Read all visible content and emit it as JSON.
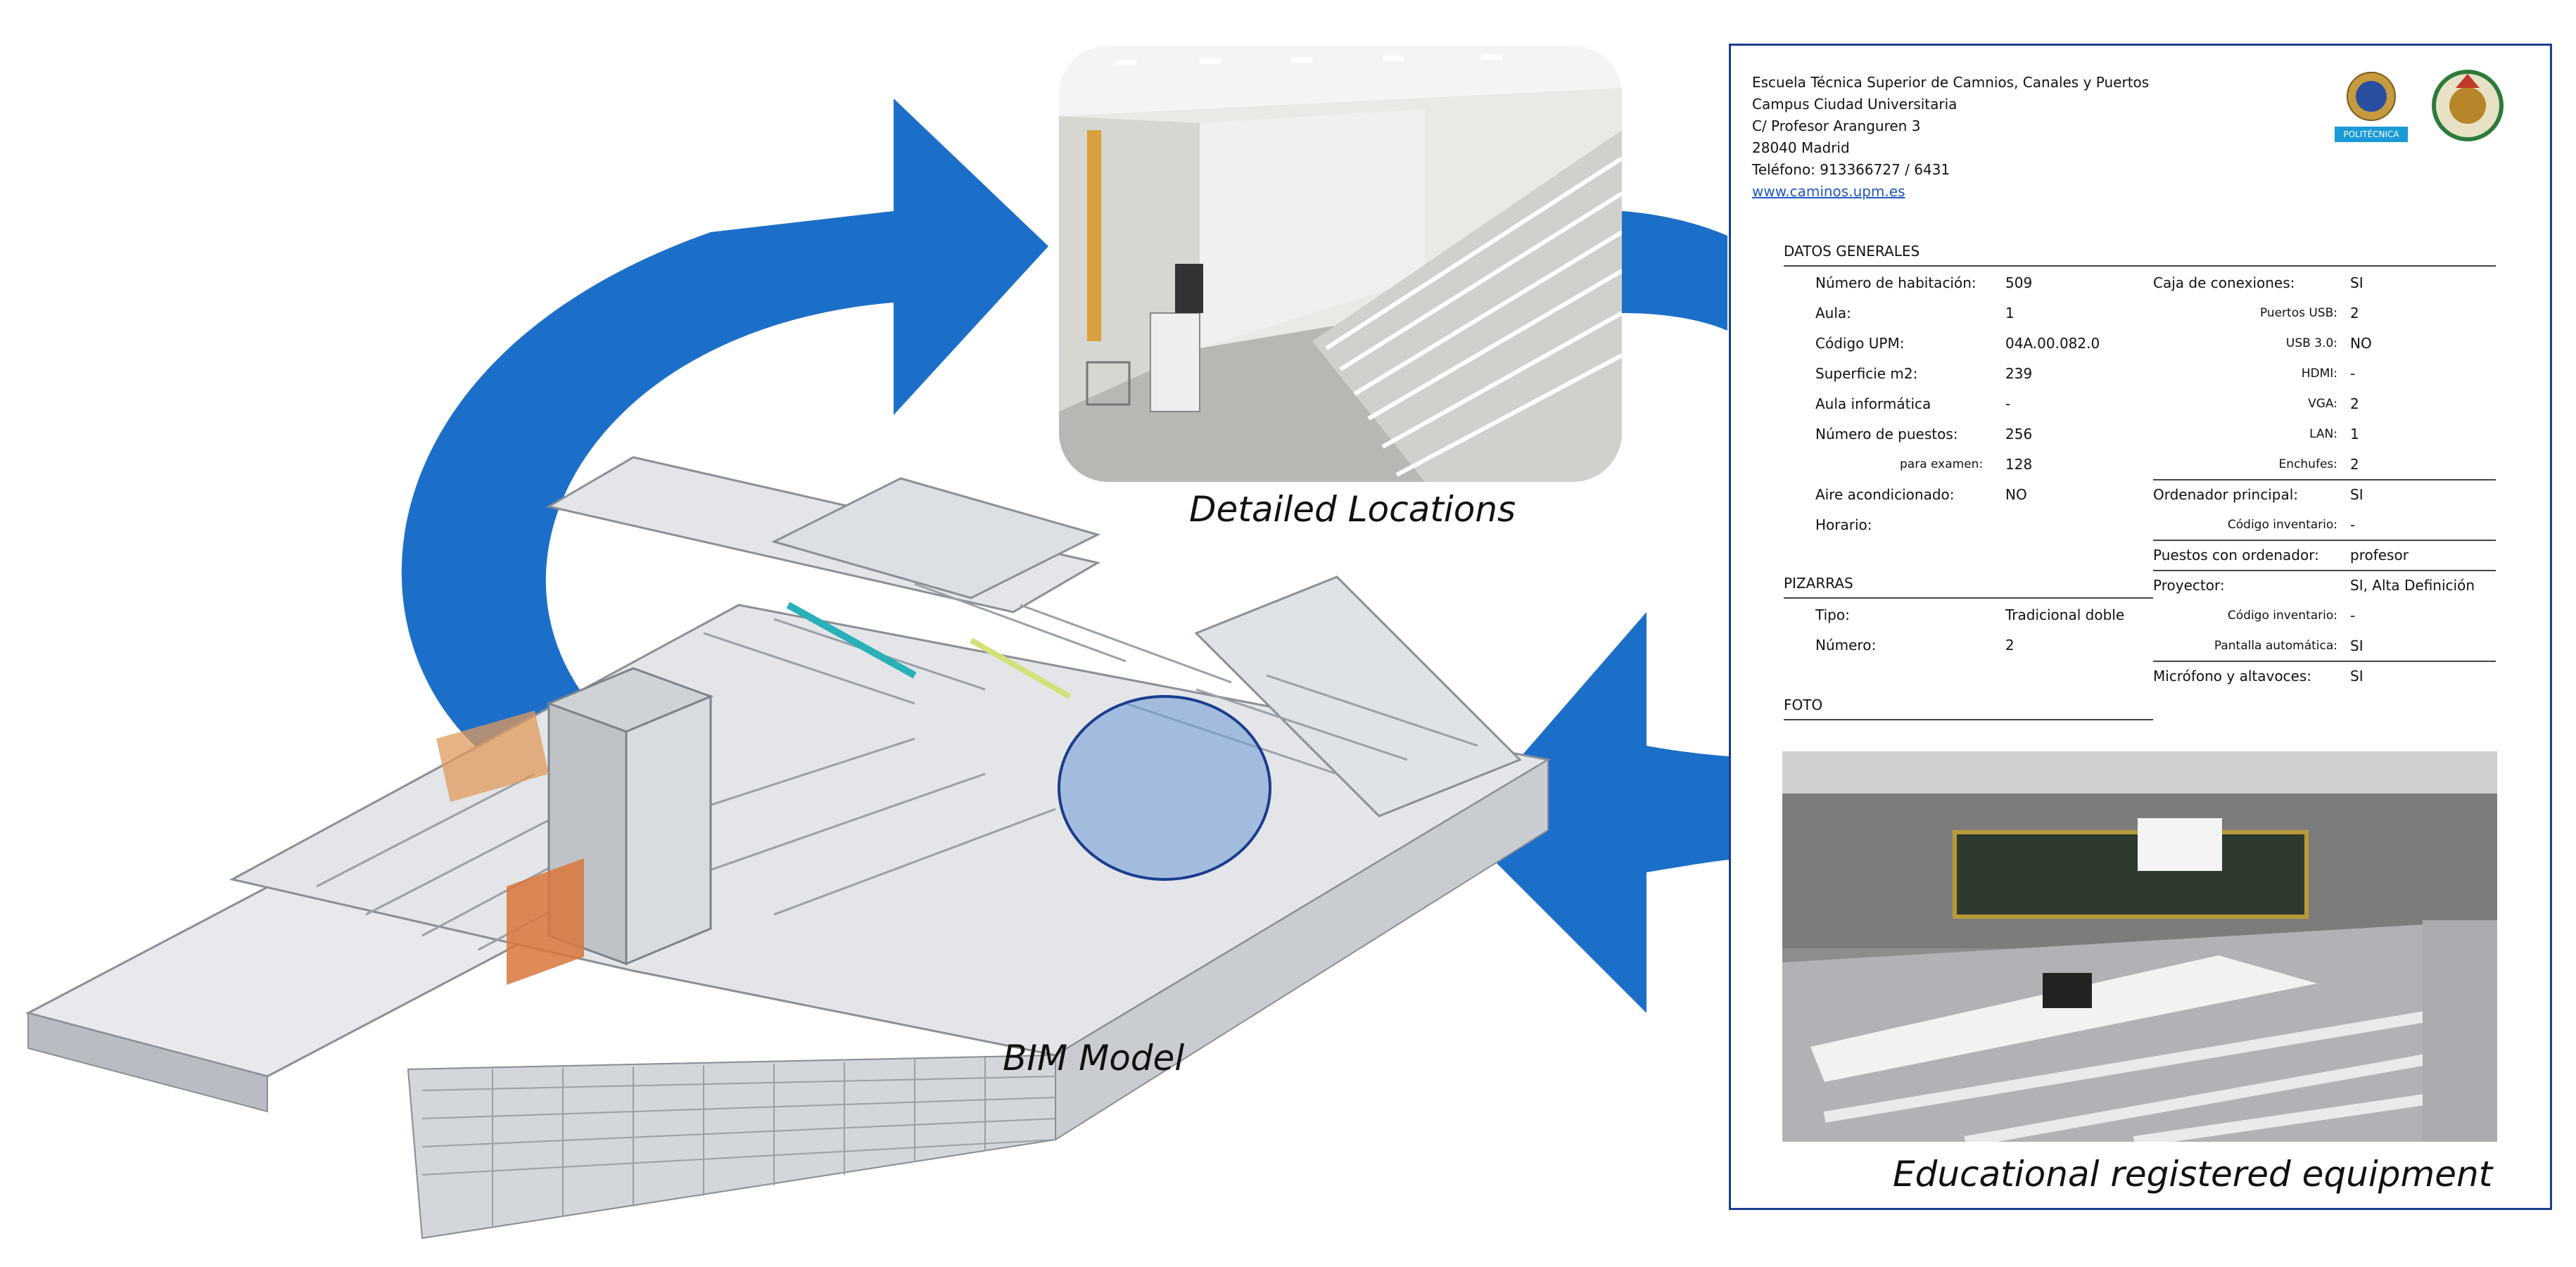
{
  "captions": {
    "detailed": "Detailed Locations",
    "bim": "BIM Model",
    "equipment": "Educational registered equipment"
  },
  "card": {
    "address": [
      "Escuela Técnica Superior de Camnios, Canales y Puertos",
      "Campus Ciudad Universitaria",
      "C/ Profesor Aranguren 3",
      "28040 Madrid",
      "Teléfono: 913366727 / 6431"
    ],
    "website": "www.caminos.upm.es",
    "logo_text": "POLITÉCNICA",
    "sections": {
      "general": "DATOS GENERALES",
      "boards": "PIZARRAS",
      "photo": "FOTO"
    },
    "general_rows": [
      {
        "label": "Número de habitación:",
        "value": "509"
      },
      {
        "label": "Aula:",
        "value": "1"
      },
      {
        "label": "Código UPM:",
        "value": "04A.00.082.0"
      },
      {
        "label": "Superficie m2:",
        "value": "239"
      },
      {
        "label": "Aula informática",
        "value": "-"
      },
      {
        "label": "Número de puestos:",
        "value": "256"
      },
      {
        "label": "para examen:",
        "value": "128"
      },
      {
        "label": "Aire acondicionado:",
        "value": "NO"
      },
      {
        "label": "Horario:",
        "value": ""
      }
    ],
    "board_rows": [
      {
        "label": "Tipo:",
        "value": "Tradicional doble"
      },
      {
        "label": "Número:",
        "value": "2"
      }
    ],
    "equipment_rows": [
      {
        "label": "Caja de conexiones:",
        "value": "SI"
      },
      {
        "label": "Puertos USB:",
        "value": "2"
      },
      {
        "label": "USB 3.0:",
        "value": "NO"
      },
      {
        "label": "HDMI:",
        "value": "-"
      },
      {
        "label": "VGA:",
        "value": "2"
      },
      {
        "label": "LAN:",
        "value": "1"
      },
      {
        "label": "Enchufes:",
        "value": "2"
      },
      {
        "label": "Ordenador principal:",
        "value": "SI"
      },
      {
        "label": "Código inventario:",
        "value": "-"
      },
      {
        "label": "Puestos con ordenador:",
        "value": "profesor"
      },
      {
        "label": "Proyector:",
        "value": "SI, Alta Definición"
      },
      {
        "label": "Código inventario:",
        "value": "-"
      },
      {
        "label": "Pantalla automática:",
        "value": "SI"
      },
      {
        "label": "Micrófono y altavoces:",
        "value": "SI"
      }
    ]
  },
  "colors": {
    "arrow": "#1c6fc8",
    "card_border": "#1b3d8f",
    "highlight": "#6f9bd6",
    "room_orange": "#d8773a"
  }
}
